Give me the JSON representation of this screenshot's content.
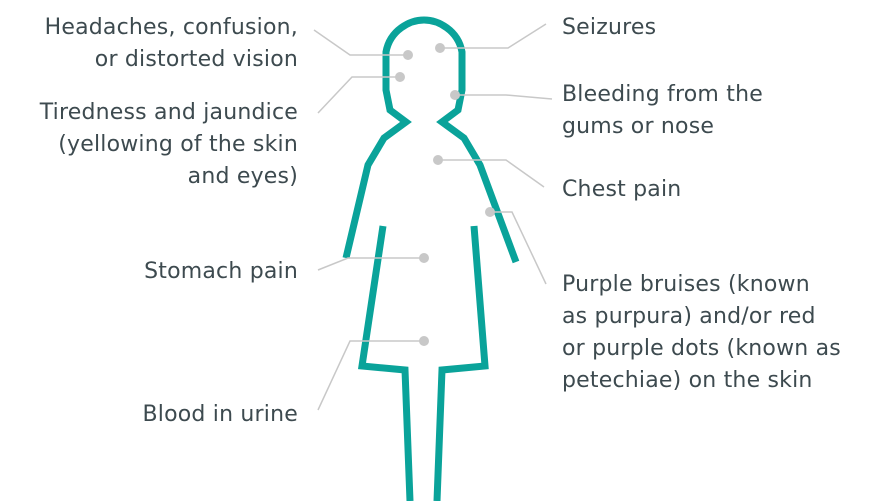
{
  "colors": {
    "body_outline": "#0aa39a",
    "leader_line": "#c8c8c8",
    "text": "#3d4a4f"
  },
  "symptoms": {
    "headaches": "Headaches, confusion,\nor distorted vision",
    "tiredness": "Tiredness and jaundice\n(yellowing of the skin\nand eyes)",
    "stomach": "Stomach pain",
    "blood_urine": "Blood in urine",
    "seizures": "Seizures",
    "bleeding": "Bleeding from the\ngums or nose",
    "chest": "Chest pain",
    "bruises": "Purple bruises (known\nas purpura) and/or red\nor purple dots (known as\npetechiae) on the skin"
  }
}
